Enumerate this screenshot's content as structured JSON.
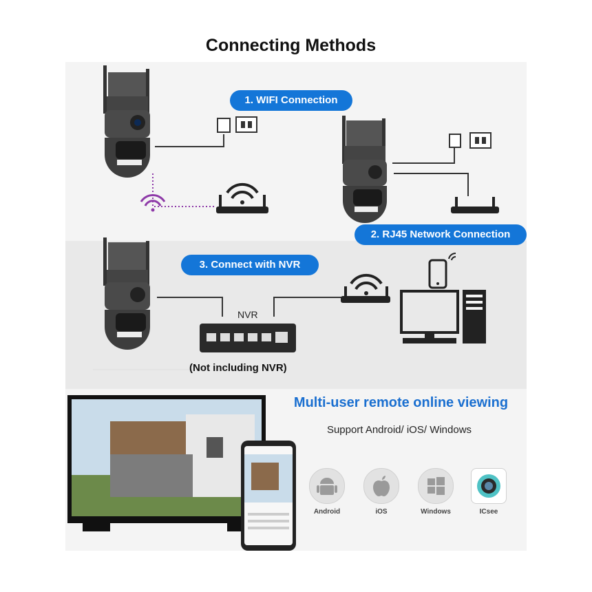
{
  "title": "Connecting Methods",
  "methods": {
    "wifi": "1. WIFI Connection",
    "rj45": "2. RJ45 Network Connection",
    "nvr": "3. Connect with NVR"
  },
  "nvr_label": "NVR",
  "nvr_note": "(Not including NVR)",
  "viewing": {
    "title": "Multi-user remote online viewing",
    "support": "Support Android/ iOS/ Windows"
  },
  "platforms": [
    {
      "label": "Android",
      "icon": "android-icon"
    },
    {
      "label": "iOS",
      "icon": "apple-icon"
    },
    {
      "label": "Windows",
      "icon": "windows-icon"
    },
    {
      "label": "ICsee",
      "icon": "icsee-app-icon"
    }
  ],
  "colors": {
    "accent": "#1476d8",
    "wifi_signal": "#8e3aa8"
  }
}
